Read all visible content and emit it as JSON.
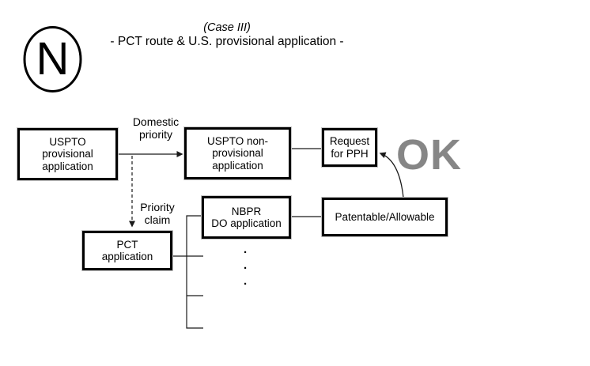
{
  "header": {
    "case_label": "(Case III)",
    "title": "- PCT route & U.S. provisional application -",
    "badge_letter": "N"
  },
  "boxes": {
    "uspto_provisional": "USPTO\nprovisional\napplication",
    "uspto_nonprovisional": "USPTO non-\nprovisional\napplication",
    "request_pph": "Request\nfor PPH",
    "nbpr_do": "NBPR\nDO application",
    "patentable": "Patentable/Allowable",
    "pct": "PCT\napplication"
  },
  "labels": {
    "domestic_priority": "Domestic\npriority",
    "priority_claim": "Priority\nclaim",
    "ok": "OK",
    "ellipsis": ".\n.\n."
  },
  "colors": {
    "ok_gray": "#868686",
    "line": "#1a1a1a",
    "box_border": "#000000",
    "box_shadow": "#c4c4c4",
    "background": "#ffffff"
  }
}
